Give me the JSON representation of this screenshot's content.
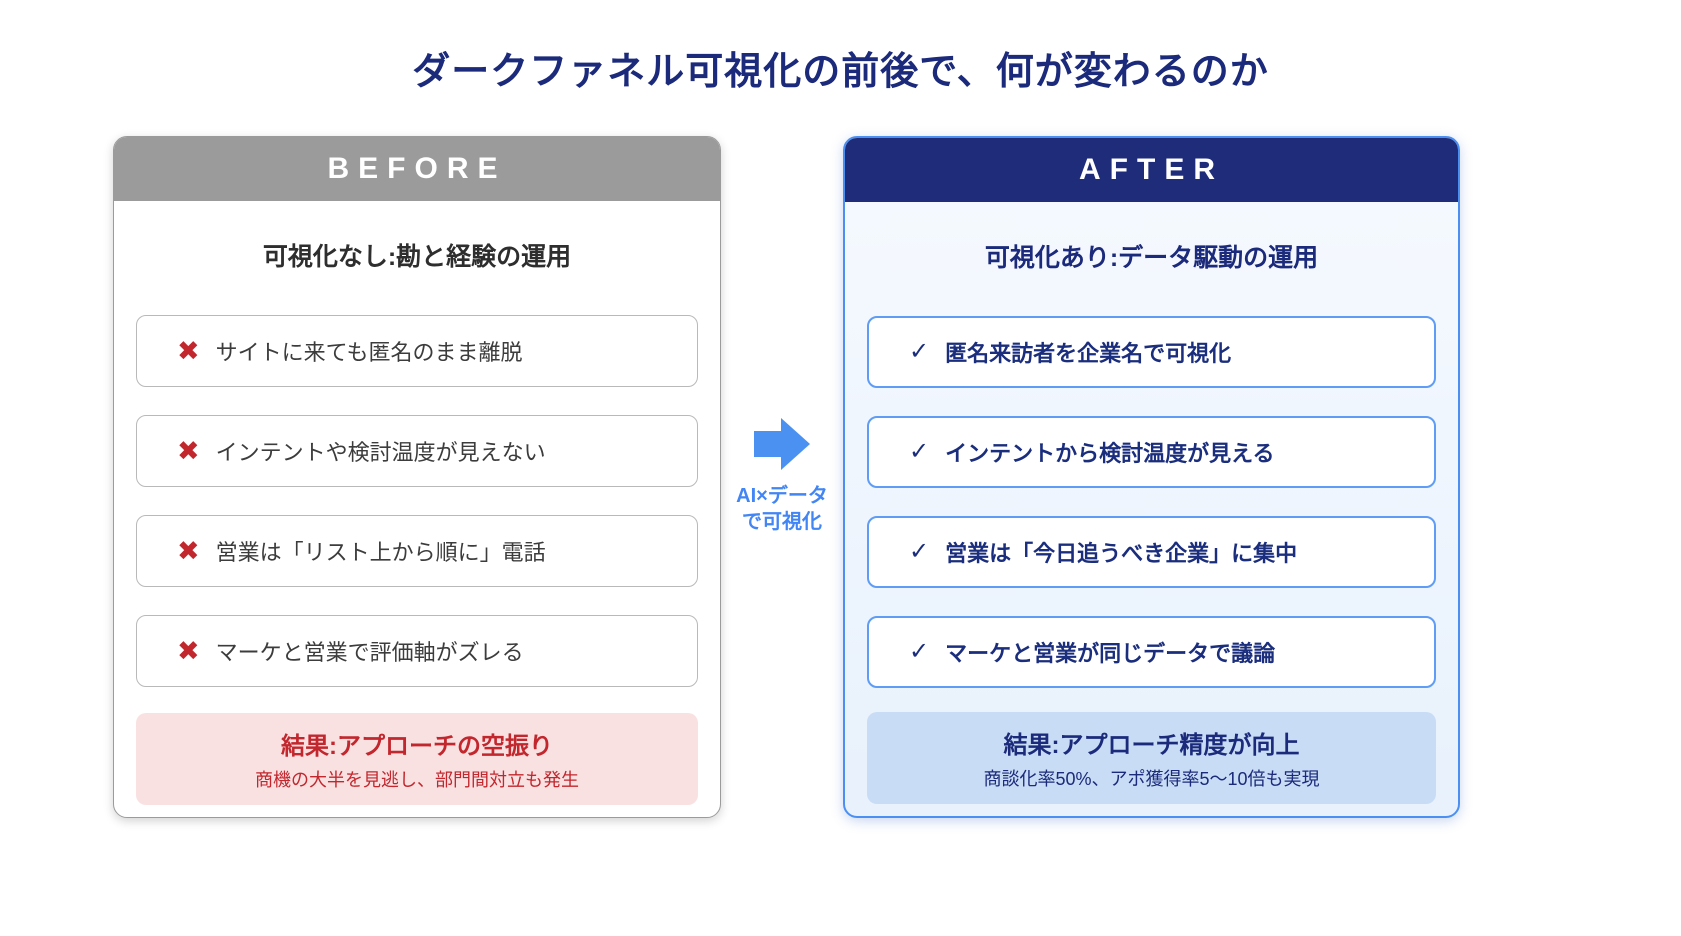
{
  "title": "ダークファネル可視化の前後で、何が変わるのか",
  "before": {
    "header": "BEFORE",
    "subtitle": "可視化なし:勘と経験の運用",
    "item_marker": "✖",
    "items": [
      "サイトに来ても匿名のまま離脱",
      "インテントや検討温度が見えない",
      "営業は「リスト上から順に」電話",
      "マーケと営業で評価軸がズレる"
    ],
    "result_title": "結果:アプローチの空振り",
    "result_detail": "商機の大半を見逃し、部門間対立も発生"
  },
  "connector": {
    "arrow_icon": "arrow-right",
    "label_line1": "AI×データ",
    "label_line2": "で可視化"
  },
  "after": {
    "header": "AFTER",
    "subtitle": "可視化あり:データ駆動の運用",
    "item_marker": "✓",
    "items": [
      "匿名来訪者を企業名で可視化",
      "インテントから検討温度が見える",
      "営業は「今日追うべき企業」に集中",
      "マーケと営業が同じデータで議論"
    ],
    "result_title": "結果:アプローチ精度が向上",
    "result_detail": "商談化率50%、アポ獲得率5〜10倍も実現"
  },
  "colors": {
    "title_navy": "#1b2a7a",
    "before_header_gray": "#9b9b9b",
    "after_header_navy": "#1e2c7a",
    "x_mark_red": "#c1272d",
    "before_result_pink": "#f9e1e2",
    "after_border_blue": "#4c8ff2",
    "after_result_blue": "#c8dcf6",
    "arrow_blue": "#4b91f1"
  }
}
